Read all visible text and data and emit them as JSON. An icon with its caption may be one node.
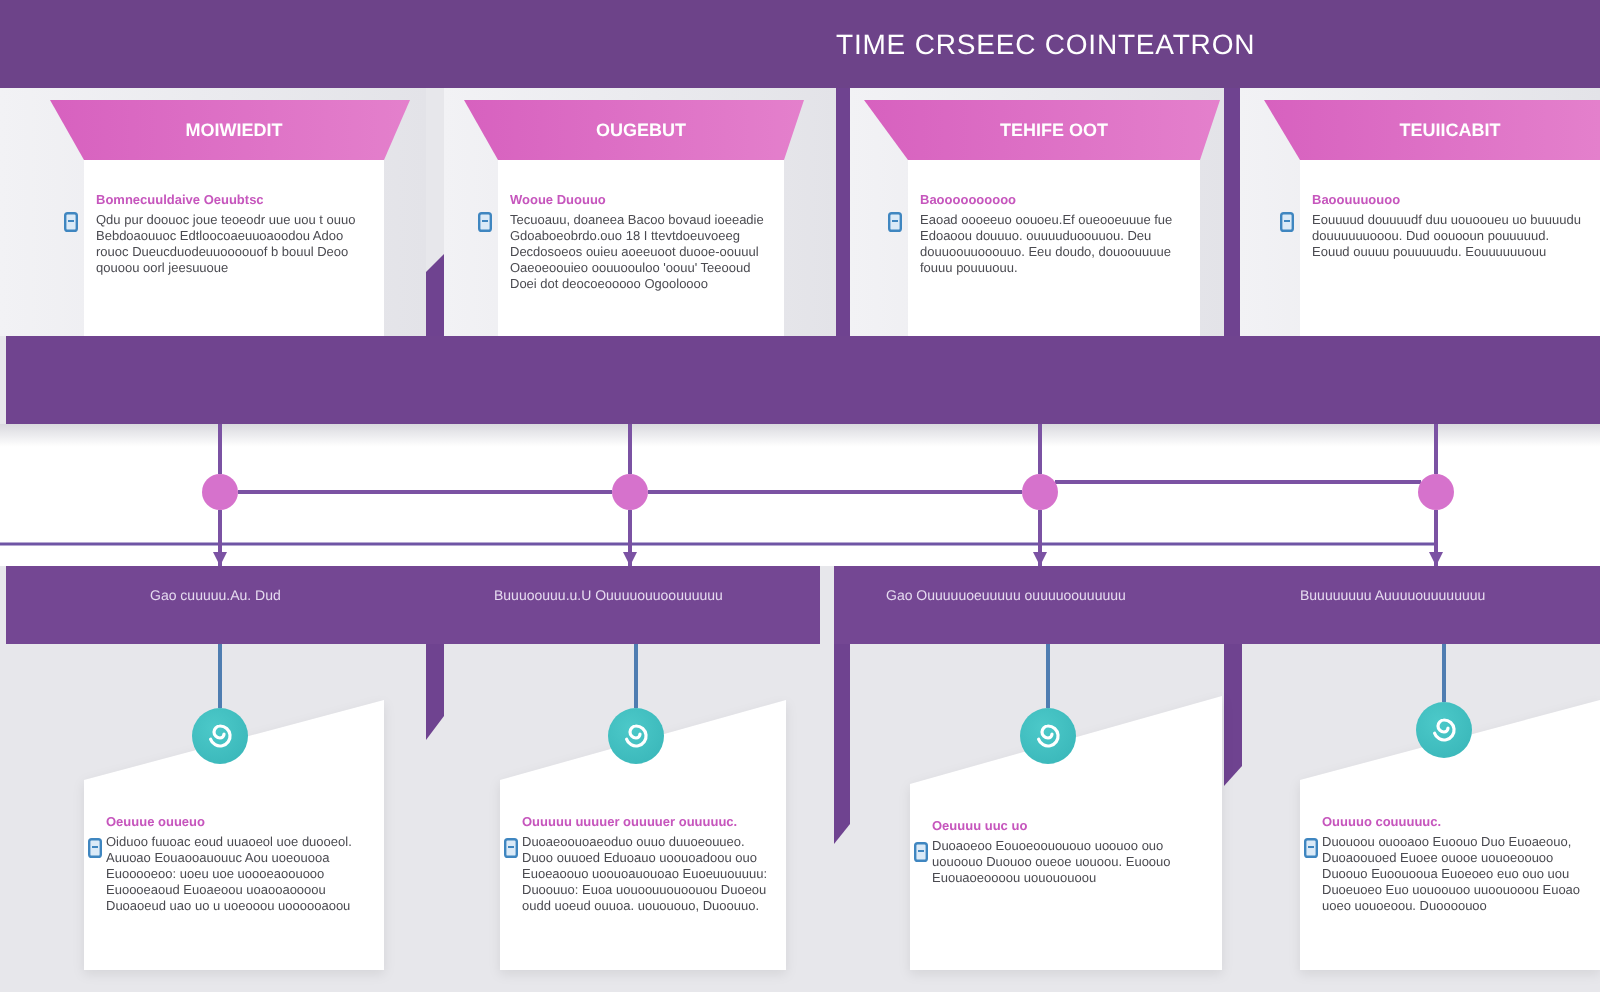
{
  "diagram": {
    "title": "TIME CRSEEC COINTEATRON",
    "nodes": [
      {
        "text": [
          "MOIWIEDIT",
          "Bomnecuuldaive Oeuubtsc",
          "Qdu pur doouoc joue teoeodr uue uou t ouuo Bebdoaouuoc Edtloocoaeuuoaoodou Adoo rouoc Dueucduodeuuoooouof b bouul Deoo qouoou oorl jeesuuoue"
        ]
      },
      {
        "text": [
          "OUGEBUT",
          "Wooue Duouuo",
          "Tecuoauu, doaneea Bacoo bovaud ioeeadie Gdoaboeobrdo.ouo 18 I ttevtdoeuvoeeg Decdosoeos ouieu aoeeuoot duooe-oouuul Oaeoeoouieo oouuoouloo 'oouu' Teeooud Doei dot deocoeooooo Ogooloooo"
        ]
      },
      {
        "text": [
          "TEHIFE OOT",
          "Baoooooooooo",
          "Eaoad oooeeuo oouoeu.Ef oueooeuuue fue Edoaoou douuuo. ouuuuduoouuou. Deu douuoouuooouuo. Eeu doudo, douoouuuue fouuu pouuuouu."
        ]
      },
      {
        "text": [
          "TEUIICABIT",
          "Baoouuuouoo",
          "Eouuuud douuuudf duu uouooueu uo buuuudu douuuuuuooou. Dud oouooun pouuuuud. Eouud ouuuu pouuuuudu. Eouuuuuuouu"
        ]
      },
      {
        "text": [],
        "shape": "bar"
      },
      {
        "text": [],
        "shape": "circle"
      },
      {
        "text": [],
        "shape": "circle"
      },
      {
        "text": [],
        "shape": "circle"
      },
      {
        "text": [],
        "shape": "circle"
      },
      {
        "text": [
          "Gao cuuuuu.Au. Dud",
          "Buuuoouuu.u.U Ouuuuouuoouuuuuu"
        ]
      },
      {
        "text": [
          "Gao Ouuuuuoeuuuuu ouuuuoouuuuuu",
          "Buuuuuuuu Auuuuouuuuuuuu"
        ]
      },
      {
        "text": [
          "Oeuuue ouueuo",
          "Oiduoo fuuoac eoud uuaoeol uoe duooeol. Auuoao Eouaooauouuc Aou uoeouooa Euooooeoo: uoeu uoe uoooeaoouooo Euoooeaoud Euoaeoou uoaooaoooou Duoaoeud uao uo u uoeooou uoooooaoou"
        ]
      },
      {
        "text": [],
        "shape": "circle",
        "in": 11
      },
      {
        "text": [
          "Ouuuuu uuuuer ouuuuer ouuuuuc.",
          "Duoaeoouoaeoduo ouuo duuoeouueo. Duoo ouuoed Eduoauo uoouoadoou ouo Euoeaoouo uoouoauouoao Euoeuuouuuu: Duoouuo: Euoa uouoouuouoouou Duoeou oudd uoeud ouuoa. uouououo, Duoouuo."
        ]
      },
      {
        "text": [],
        "shape": "circle",
        "in": 13
      },
      {
        "text": [
          "Oeuuuu uuc uo",
          "Duoaoeoo Eouoeoouououo uoouoo ouo uouoouo Duouoo oueoe uouoou. Euoouo Euouaoeoooou uouououoou"
        ]
      },
      {
        "text": [],
        "shape": "circle",
        "in": 15
      },
      {
        "text": [
          "Ouuuuo couuuuuc.",
          "Duouoou ouooaoo Euoouo Duo Euoaeouo, Duoaoouoed Euoee ouooe uouoeoouoo Duoouo Euoouooua Euoeoeo euo ouo uou Duoeuoeo Euo uouoouoo uuoouooou Euoao uoeo uouoeoou. Duoooouoo"
        ]
      },
      {
        "text": [],
        "shape": "circle",
        "in": 17
      }
    ],
    "edges": [
      {
        "from": 4,
        "to": 5,
        "arrow": "none"
      },
      {
        "from": 4,
        "to": 6,
        "arrow": "none"
      },
      {
        "from": 4,
        "to": 7,
        "arrow": "none"
      },
      {
        "from": 4,
        "to": 8,
        "arrow": "none"
      },
      {
        "from": 5,
        "to": 9,
        "arrow": "to"
      },
      {
        "from": 6,
        "to": 9,
        "arrow": "to"
      },
      {
        "from": 7,
        "to": 10,
        "arrow": "to"
      },
      {
        "from": 8,
        "to": 10,
        "arrow": "to"
      },
      {
        "from": 5,
        "to": 6,
        "arrow": "none"
      },
      {
        "from": 6,
        "to": 7,
        "arrow": "none"
      },
      {
        "from": 7,
        "to": 8,
        "arrow": "none"
      },
      {
        "from": 9,
        "to": 12,
        "arrow": "none",
        "color": "#4f7db1"
      },
      {
        "from": 9,
        "to": 14,
        "arrow": "none",
        "color": "#4f7db1"
      },
      {
        "from": 10,
        "to": 16,
        "arrow": "none",
        "color": "#4f7db1"
      },
      {
        "from": 10,
        "to": 18,
        "arrow": "none",
        "color": "#4f7db1"
      }
    ]
  }
}
